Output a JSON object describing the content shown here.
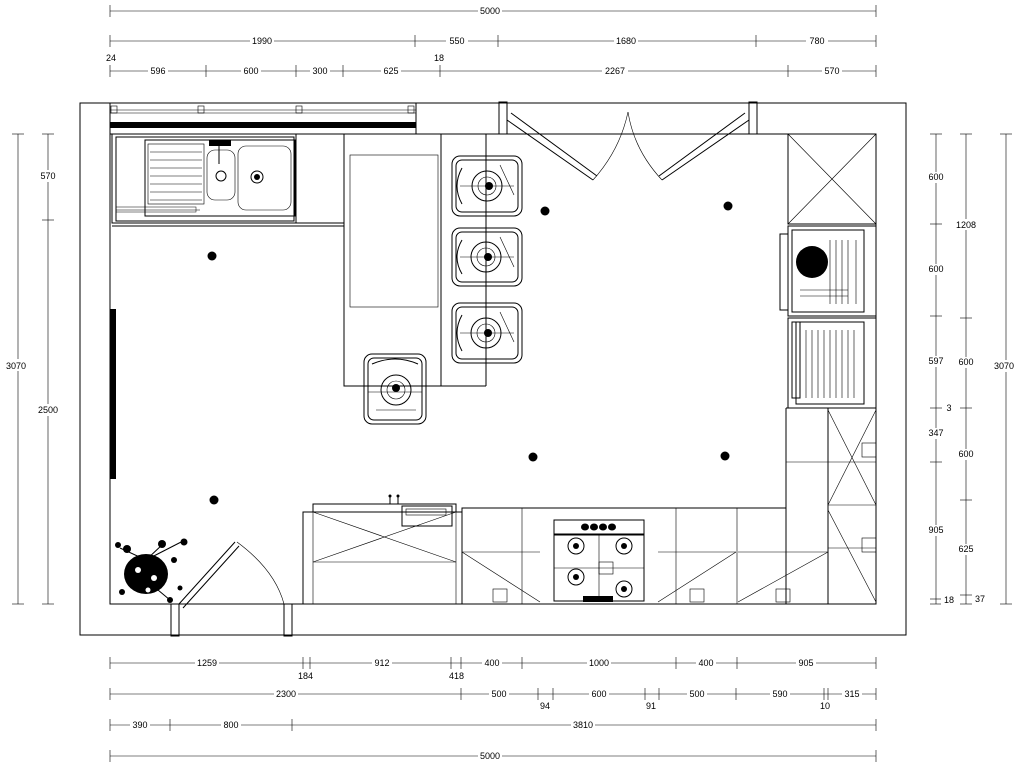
{
  "dims": {
    "top_total": "5000",
    "top_row1": [
      "1990",
      "550",
      "1680",
      "780"
    ],
    "top_row2_small": [
      "24",
      "18"
    ],
    "top_row2": [
      "596",
      "600",
      "300",
      "625",
      "2267",
      "570"
    ],
    "left_outer": "3070",
    "left_inner": [
      "570",
      "2500"
    ],
    "right_col1": [
      "600",
      "600",
      "597",
      "3",
      "347",
      "905",
      "18"
    ],
    "right_col2": [
      "1208",
      "600",
      "600",
      "625",
      "37"
    ],
    "right_outer": "3070",
    "bottom_row1": [
      "1259",
      "912",
      "400",
      "1000",
      "400",
      "905"
    ],
    "bottom_row1_small": [
      "184",
      "418"
    ],
    "bottom_row2": [
      "2300",
      "500",
      "600",
      "500",
      "590",
      "315"
    ],
    "bottom_row2_small": [
      "94",
      "91",
      "10"
    ],
    "bottom_row3": [
      "390",
      "800",
      "3810"
    ],
    "bottom_total": "5000"
  }
}
